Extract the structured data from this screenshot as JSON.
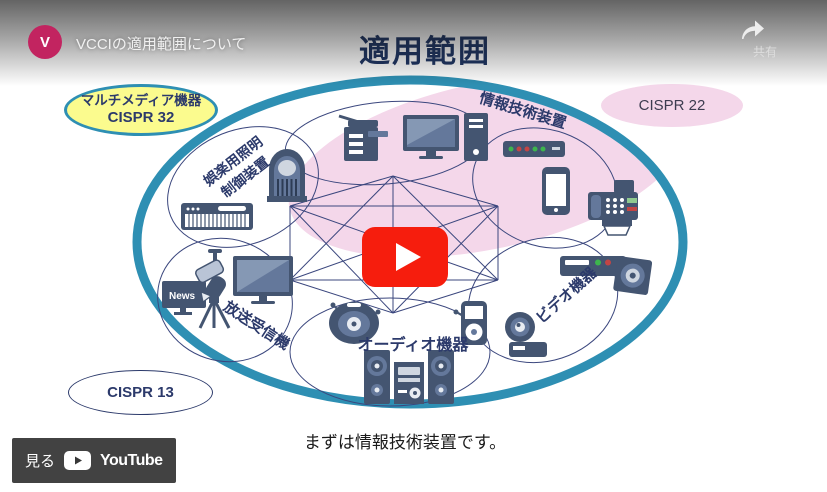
{
  "header": {
    "avatar_letter": "V",
    "video_title": "VCCIの適用範囲について",
    "share_icon": "share-arrow-icon",
    "share_label": "共有"
  },
  "slide": {
    "title": "適用範囲",
    "caption": "まずは情報技術装置です。",
    "news_label": "News",
    "badges": {
      "multimedia": {
        "line1": "マルチメディア機器",
        "line2": "CISPR 32"
      },
      "cispr22": "CISPR 22",
      "cispr13": "CISPR 13"
    },
    "groups": {
      "it": "情報技術装置",
      "lighting_line1": "娯楽用照明",
      "lighting_line2": "制御装置",
      "broadcast": "放送受信機",
      "audio": "オーディオ機器",
      "video": "ビデオ機器"
    },
    "icons": [
      "copier-icon",
      "monitor-icon",
      "pc-tower-icon",
      "network-switch-icon",
      "smartphone-icon",
      "fax-icon",
      "jukebox-icon",
      "keyboard-icon",
      "news-monitor-icon",
      "studio-light-icon",
      "tv-icon",
      "cd-player-icon",
      "portable-player-icon",
      "stereo-system-icon",
      "camcorder-icon",
      "dvd-player-icon",
      "play-icon",
      "youtube-logo-icon",
      "share-arrow-icon"
    ],
    "colors": {
      "outer_ring": "#2e8fb3",
      "pink_region": "#f4d7ea",
      "yellow_badge": "#fbfb8e",
      "navy": "#2c3a6b",
      "line": "#3b477e",
      "play_red": "#f61d0d",
      "avatar_pink": "#c22460"
    }
  },
  "watch_bar": {
    "watch_label": "見る",
    "brand": "YouTube"
  }
}
